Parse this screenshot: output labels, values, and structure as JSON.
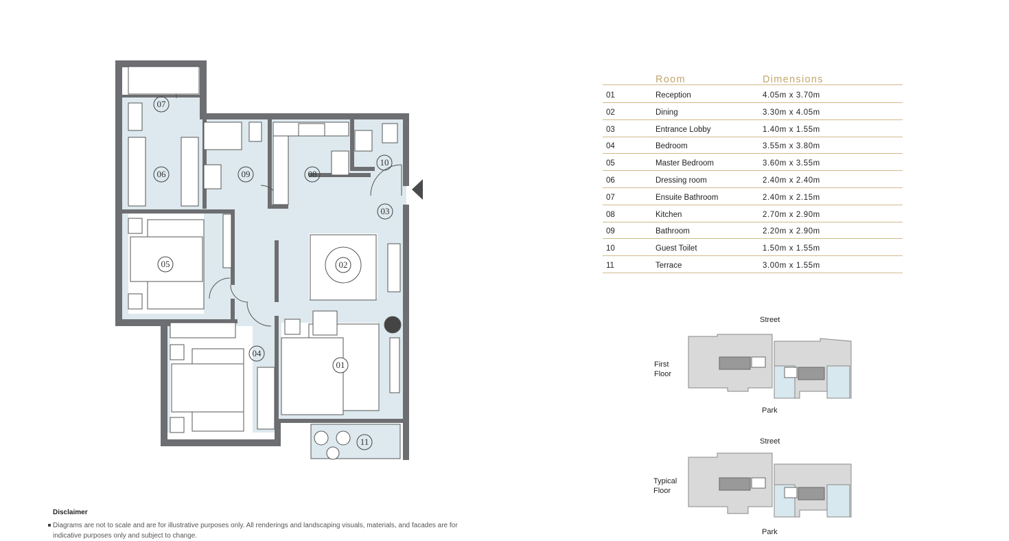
{
  "table": {
    "header_room": "Room",
    "header_dimensions": "Dimensions",
    "rows": [
      {
        "no": "01",
        "room": "Reception",
        "dims": "4.05m x 3.70m"
      },
      {
        "no": "02",
        "room": "Dining",
        "dims": "3.30m x 4.05m"
      },
      {
        "no": "03",
        "room": "Entrance Lobby",
        "dims": "1.40m x 1.55m"
      },
      {
        "no": "04",
        "room": "Bedroom",
        "dims": "3.55m x 3.80m"
      },
      {
        "no": "05",
        "room": "Master Bedroom",
        "dims": "3.60m x 3.55m"
      },
      {
        "no": "06",
        "room": "Dressing room",
        "dims": "2.40m x 2.40m"
      },
      {
        "no": "07",
        "room": "Ensuite Bathroom",
        "dims": "2.40m x 2.15m"
      },
      {
        "no": "08",
        "room": "Kitchen",
        "dims": "2.70m x 2.90m"
      },
      {
        "no": "09",
        "room": "Bathroom",
        "dims": "2.20m x 2.90m"
      },
      {
        "no": "10",
        "room": "Guest Toilet",
        "dims": "1.50m x 1.55m"
      },
      {
        "no": "11",
        "room": "Terrace",
        "dims": "3.00m x 1.55m"
      }
    ]
  },
  "plan_labels": {
    "r01": "01",
    "r02": "02",
    "r03": "03",
    "r04": "04",
    "r05": "05",
    "r06": "06",
    "r07": "07",
    "r08": "08",
    "r09": "09",
    "r10": "10",
    "r11": "11"
  },
  "key_plans": {
    "first": {
      "street": "Street",
      "floor_line1": "First",
      "floor_line2": "Floor",
      "park": "Park"
    },
    "typical": {
      "street": "Street",
      "floor_line1": "Typical",
      "floor_line2": "Floor",
      "park": "Park"
    }
  },
  "disclaimer": {
    "title": "Disclaimer",
    "text": "Diagrams are not to scale and are for illustrative purposes only. All renderings and landscaping visuals, materials, and facades are for indicative purposes only and subject to change."
  },
  "colors": {
    "wall": "#6d6e71",
    "floor": "#dde9ee",
    "gold": "#c2a56d",
    "highlight": "#d7e8ee",
    "building": "#d9d9d9"
  }
}
